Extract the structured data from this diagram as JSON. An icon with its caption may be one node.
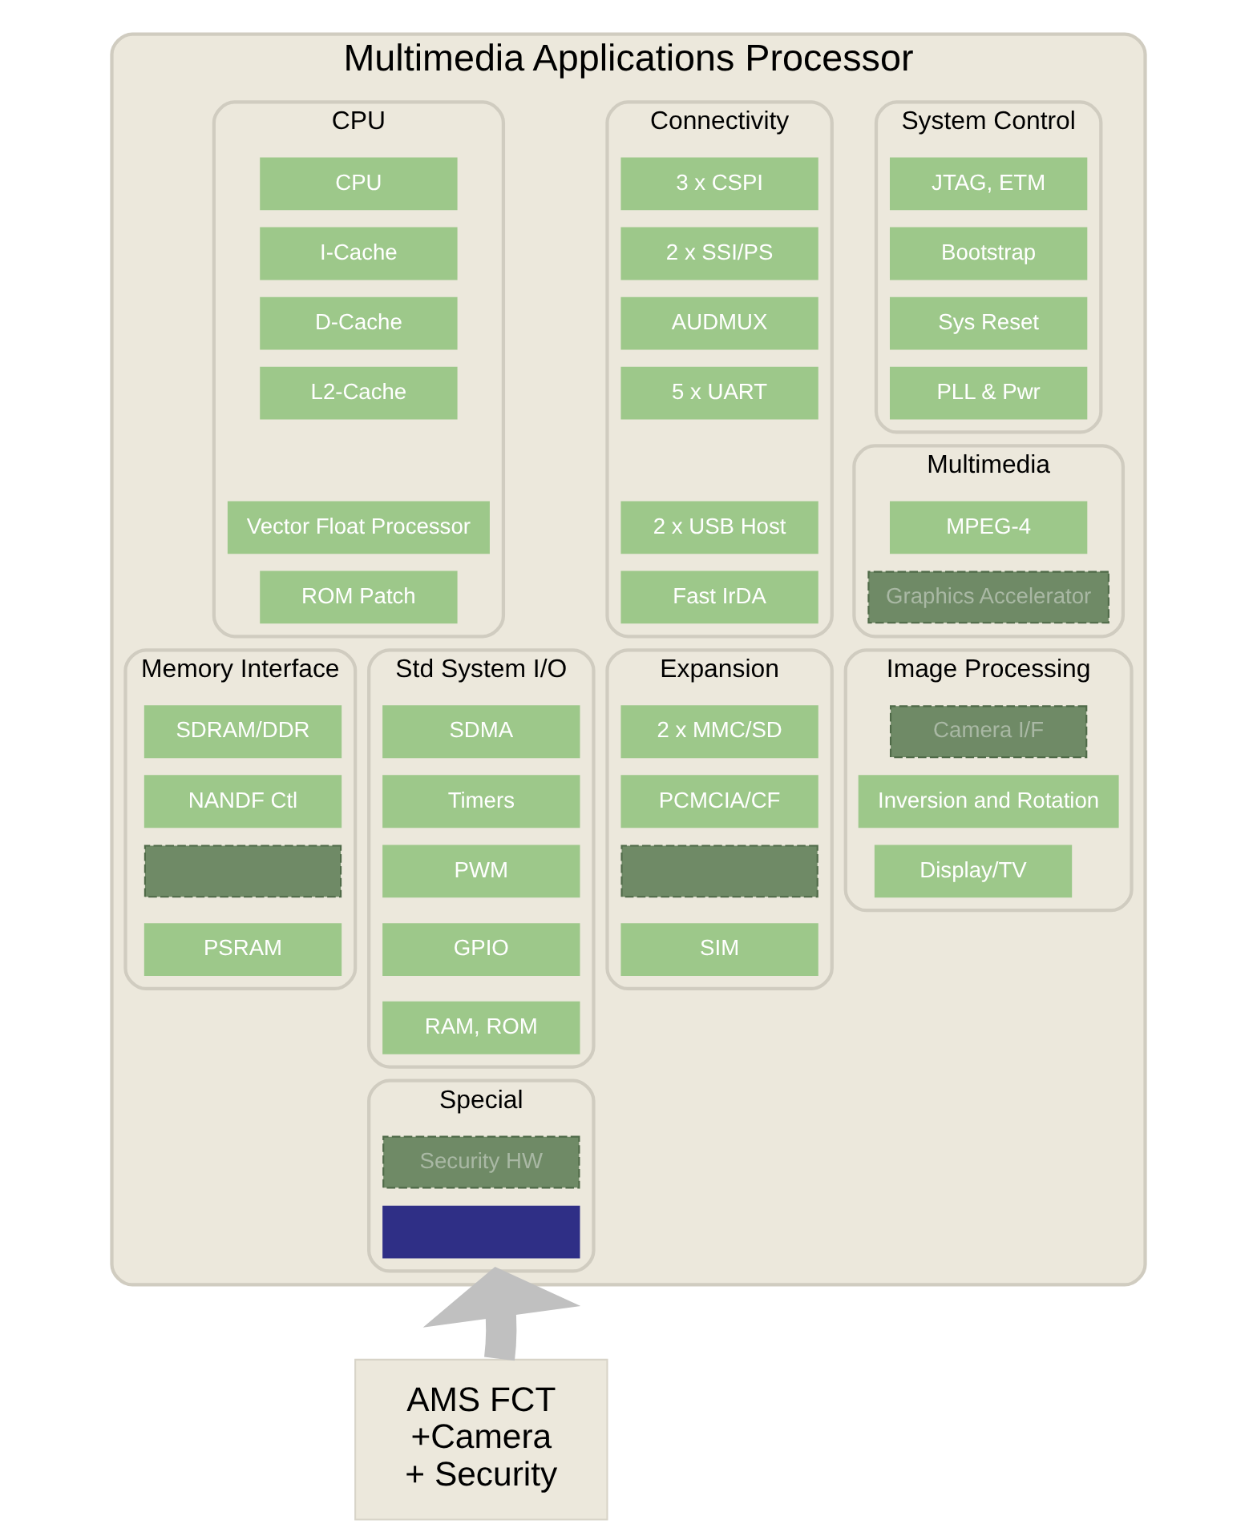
{
  "diagram": {
    "nodes": [
      {
        "text": [
          "Multimedia Applications Processor"
        ]
      },
      {
        "text": [
          "Connectivity"
        ],
        "in": 0
      },
      {
        "text": [
          "3 x CSPI"
        ],
        "in": 1
      },
      {
        "text": [
          "2 x SSI/PS"
        ],
        "in": 1
      },
      {
        "text": [
          "AUDMUX"
        ],
        "in": 1
      },
      {
        "text": [
          "5 x UART"
        ],
        "in": 1
      },
      {
        "text": [
          "2 x USB Host"
        ],
        "in": 1
      },
      {
        "text": [
          "Fast IrDA"
        ],
        "in": 1
      },
      {
        "text": [
          "CPU"
        ],
        "in": 0
      },
      {
        "text": [
          "CPU"
        ],
        "in": 8
      },
      {
        "text": [
          "I-Cache"
        ],
        "in": 8
      },
      {
        "text": [
          "D-Cache"
        ],
        "in": 8
      },
      {
        "text": [
          "L2-Cache"
        ],
        "in": 8
      },
      {
        "text": [
          "Vector Float Processor"
        ],
        "in": 8
      },
      {
        "text": [
          "ROM Patch"
        ],
        "in": 8
      },
      {
        "text": [
          "System Control"
        ],
        "in": 0
      },
      {
        "text": [
          "JTAG, ETM"
        ],
        "in": 15
      },
      {
        "text": [
          "Bootstrap"
        ],
        "in": 15
      },
      {
        "text": [
          "Sys Reset"
        ],
        "in": 15
      },
      {
        "text": [
          "PLL & Pwr"
        ],
        "in": 15
      },
      {
        "text": [
          "Memory Interface"
        ],
        "in": 0
      },
      {
        "text": [
          "SDRAM/DDR"
        ],
        "in": 20
      },
      {
        "text": [
          "NANDF Ctl"
        ],
        "in": 20
      },
      {
        "text": [],
        "shape": "box",
        "in": 20
      },
      {
        "text": [
          "PSRAM"
        ],
        "in": 20
      },
      {
        "text": [
          "Std System I/O"
        ],
        "in": 0
      },
      {
        "text": [
          "SDMA"
        ],
        "in": 25
      },
      {
        "text": [
          "Timers"
        ],
        "in": 25
      },
      {
        "text": [
          "PWM"
        ],
        "in": 25
      },
      {
        "text": [
          "GPIO"
        ],
        "in": 25
      },
      {
        "text": [
          "RAM, ROM"
        ],
        "in": 25
      },
      {
        "text": [
          "Multimedia"
        ],
        "in": 0
      },
      {
        "text": [
          "MPEG-4"
        ],
        "in": 31
      },
      {
        "text": [
          "Graphics Accelerator"
        ],
        "in": 31
      },
      {
        "text": [
          "Expansion"
        ],
        "in": 0
      },
      {
        "text": [
          "2 x MMC/SD"
        ],
        "in": 34
      },
      {
        "text": [
          "PCMCIA/CF"
        ],
        "in": 34
      },
      {
        "text": [],
        "shape": "box",
        "in": 34
      },
      {
        "text": [
          "SIM"
        ],
        "in": 34
      },
      {
        "text": [
          "Image Processing"
        ],
        "in": 0
      },
      {
        "text": [
          "Camera I/F"
        ],
        "in": 39
      },
      {
        "text": [
          "Inversion and Rotation"
        ],
        "in": 39
      },
      {
        "text": [
          "Display/TV"
        ],
        "in": 39
      },
      {
        "text": [
          "Special"
        ],
        "in": 0
      },
      {
        "text": [
          "Security HW"
        ],
        "in": 43
      },
      {
        "text": [],
        "shape": "box",
        "in": 43
      },
      {
        "text": [
          "AMS FCT",
          "+Camera",
          "+ Security"
        ]
      }
    ],
    "edges": [
      {
        "from": 46,
        "to": 0,
        "arrow": "to"
      }
    ]
  }
}
